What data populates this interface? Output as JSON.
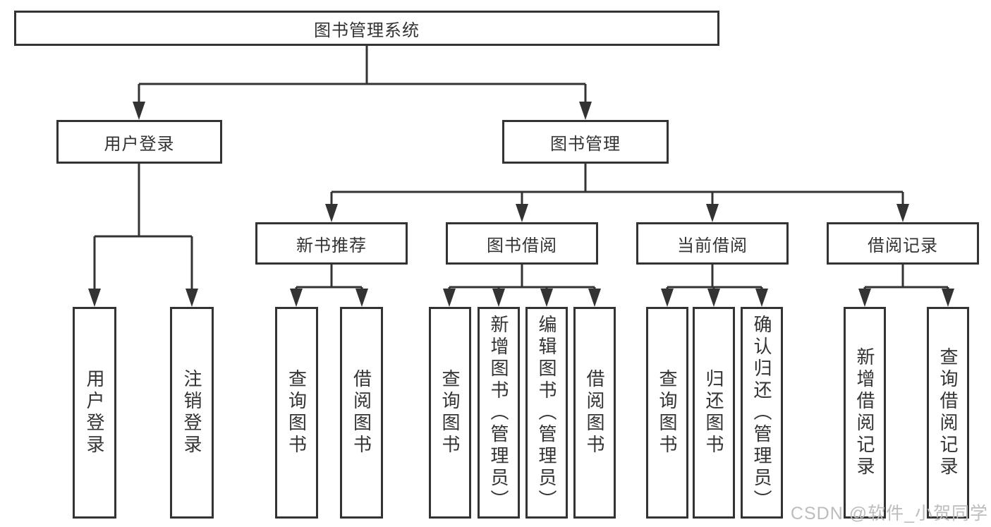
{
  "diagram": {
    "title": "图书管理系统",
    "nodes": {
      "root": "图书管理系统",
      "login": "用户登录",
      "mgmt": "图书管理",
      "newbook": "新书推荐",
      "borrow": "图书借阅",
      "current": "当前借阅",
      "records": "借阅记录",
      "leaf_login_user": "用户登录",
      "leaf_login_logout": "注销登录",
      "leaf_new_query": "查询图书",
      "leaf_new_borrow": "借阅图书",
      "leaf_borrow_query": "查询图书",
      "leaf_borrow_add": "新增图书（管理员）",
      "leaf_borrow_edit": "编辑图书（管理员）",
      "leaf_borrow_borrow": "借阅图书",
      "leaf_cur_query": "查询图书",
      "leaf_cur_return": "归还图书",
      "leaf_cur_confirm": "确认归还（管理员）",
      "leaf_rec_add": "新增借阅记录",
      "leaf_rec_query": "查询借阅记录"
    },
    "structure": {
      "label": "图书管理系统",
      "children": [
        {
          "label": "用户登录",
          "children": [
            {
              "label": "用户登录"
            },
            {
              "label": "注销登录"
            }
          ]
        },
        {
          "label": "图书管理",
          "children": [
            {
              "label": "新书推荐",
              "children": [
                {
                  "label": "查询图书"
                },
                {
                  "label": "借阅图书"
                }
              ]
            },
            {
              "label": "图书借阅",
              "children": [
                {
                  "label": "查询图书"
                },
                {
                  "label": "新增图书（管理员）"
                },
                {
                  "label": "编辑图书（管理员）"
                },
                {
                  "label": "借阅图书"
                }
              ]
            },
            {
              "label": "当前借阅",
              "children": [
                {
                  "label": "查询图书"
                },
                {
                  "label": "归还图书"
                },
                {
                  "label": "确认归还（管理员）"
                }
              ]
            },
            {
              "label": "借阅记录",
              "children": [
                {
                  "label": "新增借阅记录"
                },
                {
                  "label": "查询借阅记录"
                }
              ]
            }
          ]
        }
      ]
    },
    "colors": {
      "border": "#333333",
      "text": "#333333",
      "background": "#ffffff",
      "watermark": "#bdbdbd"
    }
  },
  "watermark": {
    "text": "CSDN @软件_小贺同学"
  }
}
